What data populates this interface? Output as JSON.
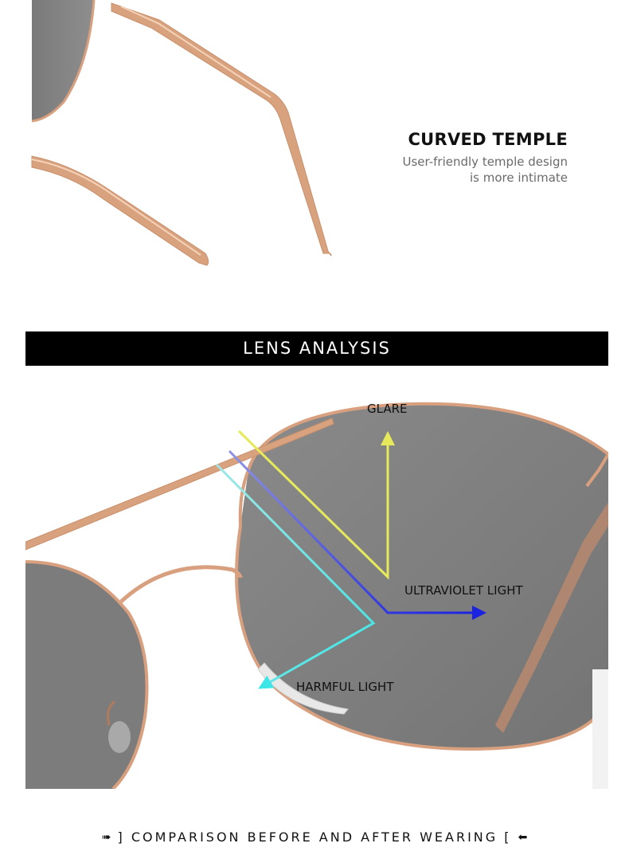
{
  "temple_feature": {
    "title": "CURVED TEMPLE",
    "desc_line1": "User-friendly temple design",
    "desc_line2": "is more intimate"
  },
  "lens_analysis": {
    "banner": "LENS ANALYSIS",
    "labels": {
      "glare": "GLARE",
      "ultraviolet": "ULTRAVIOLET LIGHT",
      "harmful": "HARMFUL LIGHT"
    }
  },
  "footer": {
    "left_arrow_icon": "arrow-right-icon",
    "left_bracket": "]",
    "text": "COMPARISON BEFORE AND AFTER WEARING",
    "right_bracket": "[",
    "right_arrow_icon": "arrow-left-icon"
  },
  "colors": {
    "frame_gold": "#d8a07e",
    "lens_gray": "#7f7f7f",
    "glare_yellow": "#e6ea5a",
    "uv_blue": "#1b22e0",
    "harmful_cyan": "#3de6e6"
  }
}
